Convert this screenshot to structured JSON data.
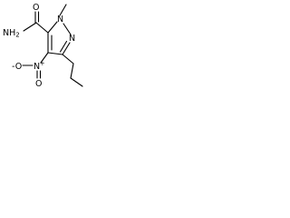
{
  "molecule": {
    "atoms": {
      "amide_nh2": {
        "main": "NH",
        "sub": "2"
      },
      "amide_o": {
        "main": "O"
      },
      "ring_n1": {
        "main": "N"
      },
      "ring_n2": {
        "main": "N"
      },
      "nitro_n": {
        "main": "N",
        "sup": "+"
      },
      "nitro_o_minus": {
        "main": "O",
        "sup": "-"
      },
      "nitro_o": {
        "main": "O"
      }
    }
  }
}
